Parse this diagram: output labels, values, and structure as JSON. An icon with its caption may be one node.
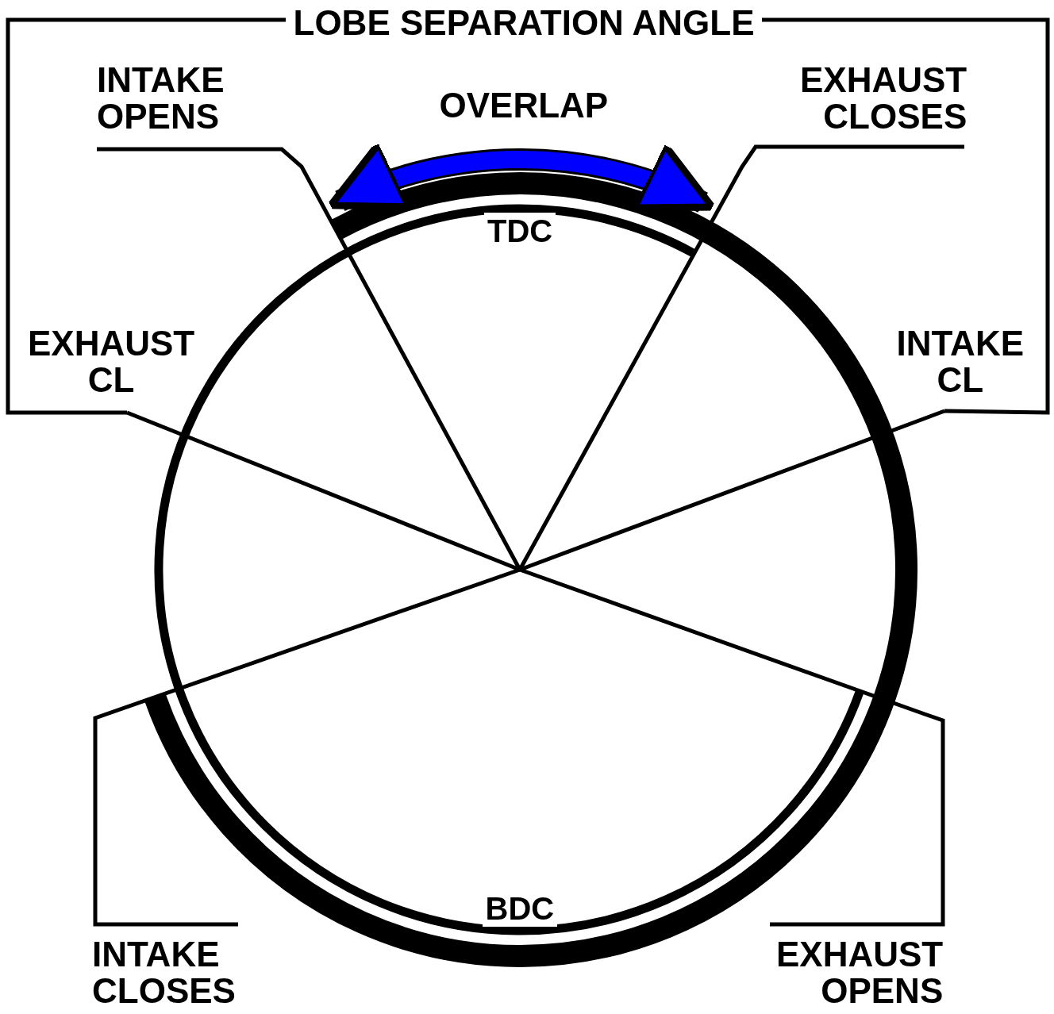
{
  "diagram": {
    "labels": [
      "LOBE SEPARATION ANGLE",
      "INTAKE OPENS",
      "OVERLAP",
      "EXHAUST CLOSES",
      "TDC",
      "EXHAUST CL",
      "INTAKE CL",
      "BDC",
      "INTAKE CLOSES",
      "EXHAUST OPENS"
    ]
  }
}
